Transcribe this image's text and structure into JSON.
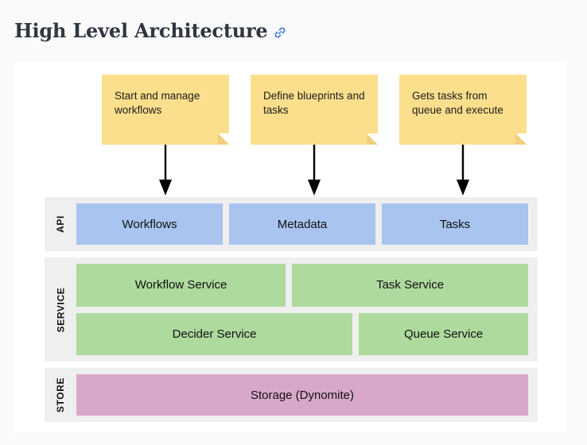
{
  "header": {
    "title": "High Level Architecture",
    "anchor_icon": "link-anchor-icon"
  },
  "colors": {
    "page_background": "#fafafa",
    "card_background": "#ffffff",
    "note_yellow": "#fbdf8d",
    "api_blue": "#a8c4ef",
    "service_green": "#aeda9e",
    "store_pink": "#d9a8c8",
    "band_gray": "#efefef",
    "arrow_black": "#000000",
    "anchor_blue": "#3b7dd8",
    "title_text": "#2f3640"
  },
  "diagram": {
    "notes": [
      {
        "id": "note-start-manage-workflows",
        "text": "Start and manage workflows",
        "target": "Workflows"
      },
      {
        "id": "note-define-blueprints",
        "text": "Define blueprints and tasks",
        "target": "Metadata"
      },
      {
        "id": "note-gets-tasks",
        "text": "Gets tasks from queue and execute",
        "target": "Tasks"
      }
    ],
    "arrows": [
      {
        "id": "arrow-to-workflows",
        "from": "note-start-manage-workflows",
        "to": "Workflows",
        "direction": "down"
      },
      {
        "id": "arrow-to-metadata",
        "from": "note-define-blueprints",
        "to": "Metadata",
        "direction": "down"
      },
      {
        "id": "arrow-to-tasks",
        "from": "note-gets-tasks",
        "to": "Tasks",
        "direction": "down"
      }
    ],
    "layers": [
      {
        "id": "layer-api",
        "label": "API",
        "rows": [
          [
            {
              "id": "box-workflows",
              "label": "Workflows"
            },
            {
              "id": "box-metadata",
              "label": "Metadata"
            },
            {
              "id": "box-tasks",
              "label": "Tasks"
            }
          ]
        ]
      },
      {
        "id": "layer-service",
        "label": "SERVICE",
        "rows": [
          [
            {
              "id": "box-workflow-service",
              "label": "Workflow Service"
            },
            {
              "id": "box-task-service",
              "label": "Task Service"
            }
          ],
          [
            {
              "id": "box-decider-service",
              "label": "Decider Service"
            },
            {
              "id": "box-queue-service",
              "label": "Queue Service"
            }
          ]
        ]
      },
      {
        "id": "layer-store",
        "label": "STORE",
        "rows": [
          [
            {
              "id": "box-storage-dynomite",
              "label": "Storage (Dynomite)"
            }
          ]
        ]
      }
    ]
  }
}
